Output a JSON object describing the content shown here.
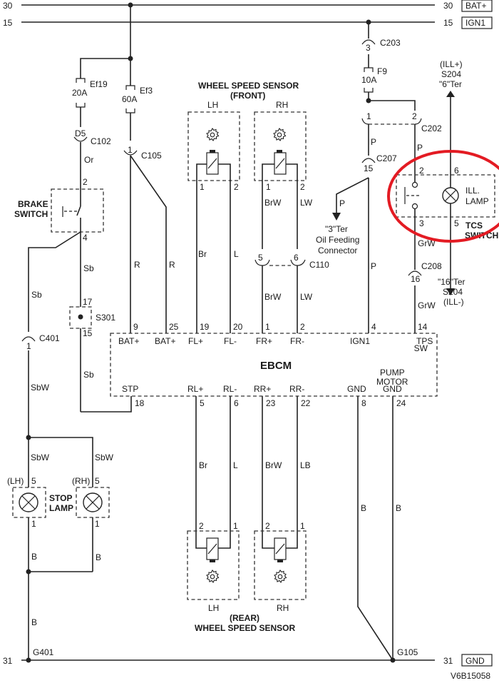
{
  "rails": {
    "bat_num": "30",
    "bat_label": "BAT+",
    "ign_num": "15",
    "ign_label": "IGN1",
    "gnd_num": "31",
    "gnd_label": "GND"
  },
  "fuses": {
    "ef19": {
      "name": "Ef19",
      "rating": "20A"
    },
    "ef3": {
      "name": "Ef3",
      "rating": "60A"
    },
    "f9": {
      "name": "F9",
      "rating": "10A"
    }
  },
  "connectors": {
    "c102": {
      "name": "C102",
      "pin": "D5"
    },
    "c105": {
      "name": "C105",
      "pin": "1"
    },
    "c203": {
      "name": "C203",
      "pin": "3"
    },
    "c202": {
      "name": "C202",
      "pin1": "1",
      "pin2": "2"
    },
    "c207": {
      "name": "C207",
      "pin": "15"
    },
    "c208": {
      "name": "C208",
      "pin": "16"
    },
    "c110": {
      "name": "C110",
      "pin5": "5",
      "pin6": "6"
    },
    "c401": {
      "name": "C401",
      "pin": "1"
    },
    "s301": {
      "name": "S301",
      "pin_top": "17",
      "pin_bottom": "15"
    }
  },
  "brake_switch": {
    "line1": "BRAKE",
    "line2": "SWITCH",
    "pin_top": "2",
    "pin_bottom": "4"
  },
  "wire_colors": {
    "or": "Or",
    "r": "R",
    "sb": "Sb",
    "sbw": "SbW",
    "br": "Br",
    "l": "L",
    "brw": "BrW",
    "lw": "LW",
    "p": "P",
    "grw": "GrW",
    "b": "B",
    "lb": "LB"
  },
  "front_sensor": {
    "title1": "WHEEL SPEED SENSOR",
    "title2": "(FRONT)",
    "lh": "LH",
    "rh": "RH",
    "pin1": "1",
    "pin2": "2"
  },
  "rear_sensor": {
    "title1": "(REAR)",
    "title2": "WHEEL SPEED SENSOR",
    "lh": "LH",
    "rh": "RH",
    "pin1": "1",
    "pin2": "2"
  },
  "tcs_switch": {
    "label1": "TCS",
    "label2": "SWITCH",
    "lamp1": "ILL.",
    "lamp2": "LAMP",
    "pin2": "2",
    "pin3": "3",
    "pin5": "5",
    "pin6": "6"
  },
  "s204_top": {
    "line1": "(ILL+)",
    "line2": "S204",
    "line3": "\"6\"Ter"
  },
  "s204_bottom": {
    "line1": "\"16\"Ter",
    "line2": "S204",
    "line3": "(ILL-)"
  },
  "oil_feed": {
    "line1": "\"3\"Ter",
    "line2": "Oil Feeding",
    "line3": "Connector"
  },
  "stop_lamp": {
    "line1": "STOP",
    "line2": "LAMP",
    "lh": "(LH)",
    "rh": "(RH)",
    "pin5": "5",
    "pin1": "1"
  },
  "ebcm": {
    "title": "EBCM",
    "top_pins": [
      {
        "num": "9",
        "label": "BAT+"
      },
      {
        "num": "25",
        "label": "BAT+"
      },
      {
        "num": "19",
        "label": "FL+"
      },
      {
        "num": "20",
        "label": "FL-"
      },
      {
        "num": "1",
        "label": "FR+"
      },
      {
        "num": "2",
        "label": "FR-"
      },
      {
        "num": "4",
        "label": "IGN1"
      },
      {
        "num": "14",
        "label": "TPS",
        "label2": "SW"
      }
    ],
    "bottom_pins": [
      {
        "num": "18",
        "label": "STP"
      },
      {
        "num": "5",
        "label": "RL+"
      },
      {
        "num": "6",
        "label": "RL-"
      },
      {
        "num": "23",
        "label": "RR+"
      },
      {
        "num": "22",
        "label": "RR-"
      },
      {
        "num": "8",
        "label": "GND"
      },
      {
        "num": "24",
        "label": "GND",
        "label_top1": "PUMP",
        "label_top2": "MOTOR"
      }
    ]
  },
  "grounds": {
    "g401": "G401",
    "g105": "G105"
  },
  "figure_id": "V6B15058",
  "colors": {
    "highlight": "#e31b23",
    "line": "#222222"
  }
}
